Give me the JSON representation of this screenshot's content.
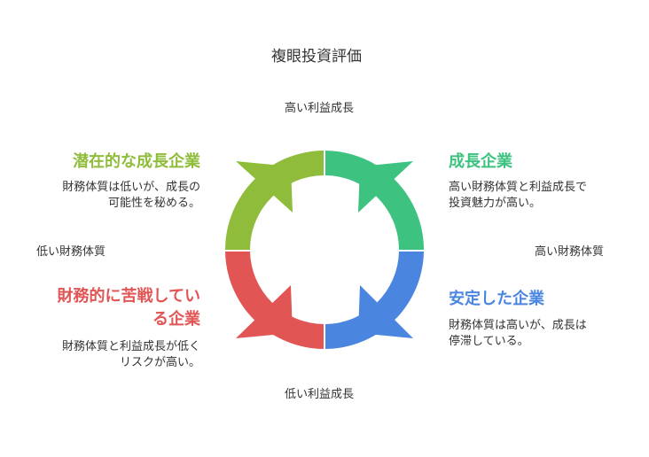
{
  "title": "複眼投資評価",
  "axes": {
    "top": "高い利益成長",
    "bottom": "低い利益成長",
    "left": "低い財務体質",
    "right": "高い財務体質"
  },
  "quadrants": {
    "top_left": {
      "title": "潜在的な成長企業",
      "desc_line1": "財務体質は低いが、成長の",
      "desc_line2": "可能性を秘める。",
      "color": "#8fbc3a"
    },
    "top_right": {
      "title": "成長企業",
      "desc_line1": "高い財務体質と利益成長で",
      "desc_line2": "投資魅力が高い。",
      "color": "#3dc27f"
    },
    "bottom_left": {
      "title_line1": "財務的に苦戦してい",
      "title_line2": "る企業",
      "desc_line1": "財務体質と利益成長が低く",
      "desc_line2": "リスクが高い。",
      "color": "#e25555"
    },
    "bottom_right": {
      "title": "安定した企業",
      "desc_line1": "財務体質は高いが、成長は",
      "desc_line2": "停滞している。",
      "color": "#4a86e0"
    }
  }
}
